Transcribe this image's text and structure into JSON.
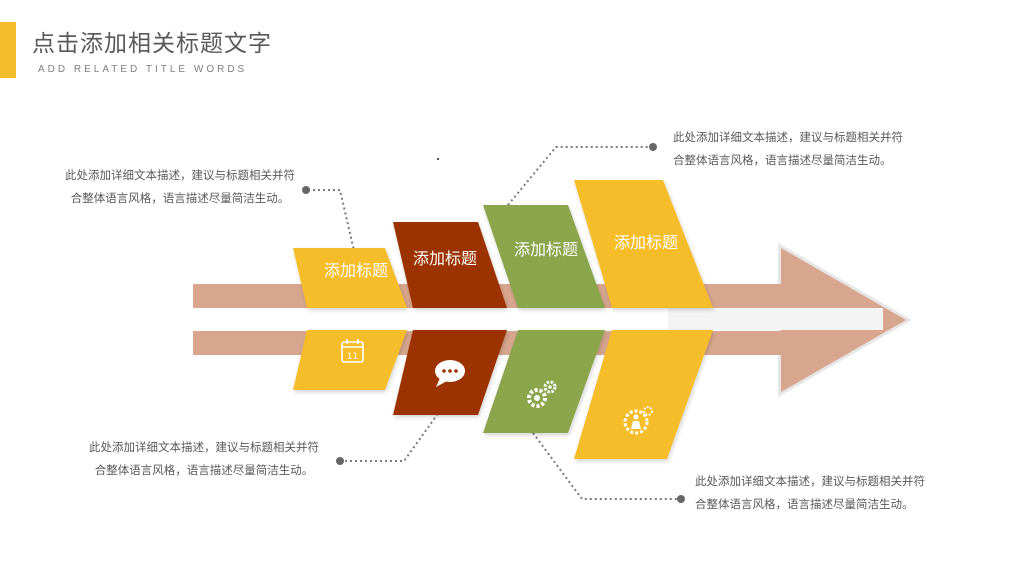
{
  "header": {
    "title": "点击添加相关标题文字",
    "subtitle": "ADD RELATED TITLE WORDS"
  },
  "colors": {
    "accent": "#F7BE2B",
    "yellow": "#F6BD2C",
    "brown": "#9B3200",
    "green": "#8BA54B",
    "arrow": "#D8A68E",
    "text": "#595959"
  },
  "steps": [
    {
      "label": "添加标题",
      "icon": "calendar-icon",
      "icon_text": "11",
      "color": "#F6BD2C"
    },
    {
      "label": "添加标题",
      "icon": "chat-bubble-icon",
      "color": "#9B3200"
    },
    {
      "label": "添加标题",
      "icon": "gears-icon",
      "color": "#8BA54B"
    },
    {
      "label": "添加标题",
      "icon": "person-gear-icon",
      "color": "#F6BD2C"
    }
  ],
  "descriptions": [
    {
      "line1": "此处添加详细文本描述，建议与标题相关并符",
      "line2": "合整体语言风格，语言描述尽量简洁生动。"
    },
    {
      "line1": "此处添加详细文本描述，建议与标题相关并符",
      "line2": "合整体语言风格，语言描述尽量简洁生动。"
    },
    {
      "line1": "此处添加详细文本描述，建议与标题相关并符",
      "line2": "合整体语言风格，语言描述尽量简洁生动。"
    },
    {
      "line1": "此处添加详细文本描述，建议与标题相关并符",
      "line2": "合整体语言风格，语言描述尽量简洁生动。"
    }
  ]
}
